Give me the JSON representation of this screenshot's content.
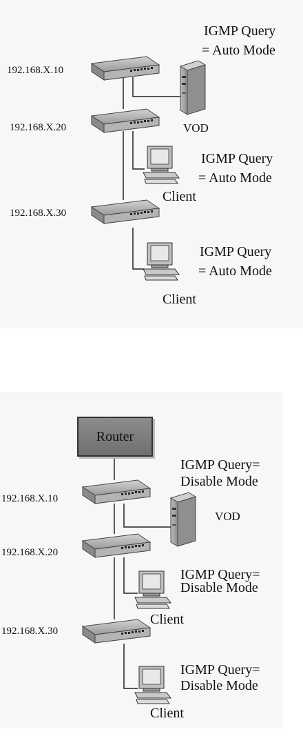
{
  "diagrams": [
    {
      "switches": [
        {
          "ip": "192.168.X.10"
        },
        {
          "ip": "192.168.X.20"
        },
        {
          "ip": "192.168.X.30"
        }
      ],
      "vod_label": "VOD",
      "query_labels": [
        {
          "line1": "IGMP Query",
          "line2": "= Auto Mode"
        },
        {
          "line1": "IGMP Query",
          "line2": "= Auto Mode"
        },
        {
          "line1": "IGMP Query",
          "line2": "= Auto Mode"
        }
      ],
      "client_labels": [
        "Client",
        "Client"
      ]
    },
    {
      "router_label": "Router",
      "switches": [
        {
          "ip": "192.168.X.10"
        },
        {
          "ip": "192.168.X.20"
        },
        {
          "ip": "192.168.X.30"
        }
      ],
      "vod_label": "VOD",
      "query_labels": [
        {
          "line1": "IGMP Query=",
          "line2": "Disable Mode"
        },
        {
          "line1": "IGMP Query=",
          "line2": "Disable Mode"
        },
        {
          "line1": "IGMP Query=",
          "line2": "Disable Mode"
        }
      ],
      "client_labels": [
        "Client",
        "Client"
      ]
    }
  ]
}
